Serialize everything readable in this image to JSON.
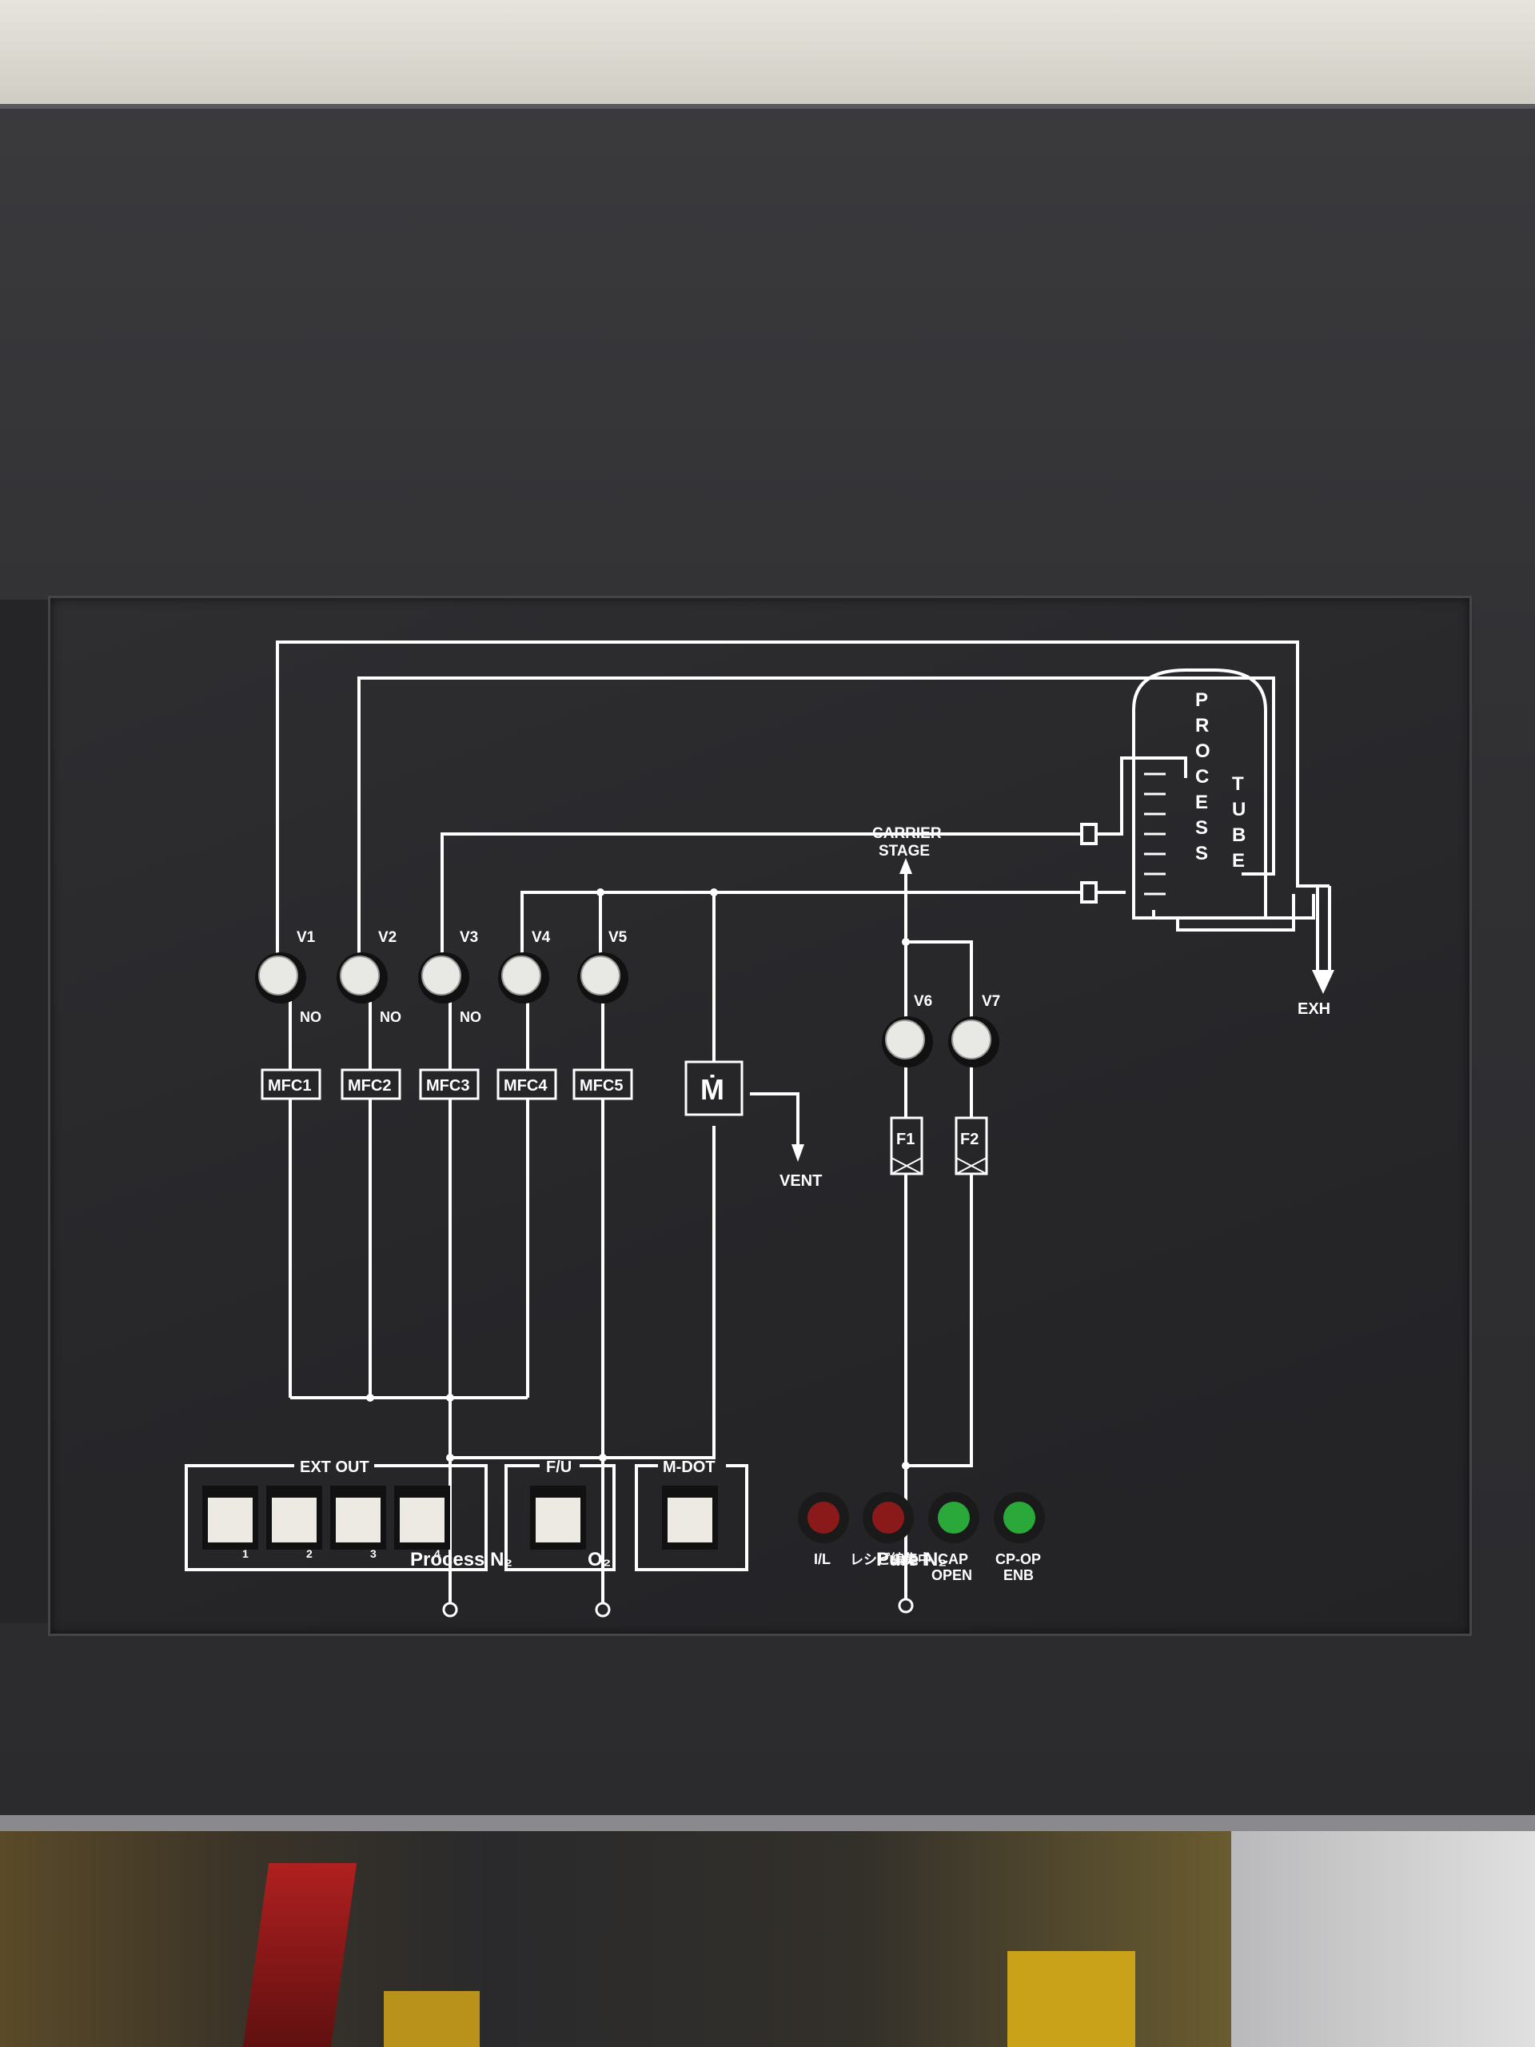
{
  "valves": [
    {
      "label": "V1",
      "sub": "NO"
    },
    {
      "label": "V2",
      "sub": "NO"
    },
    {
      "label": "V3",
      "sub": "NO"
    },
    {
      "label": "V4",
      "sub": ""
    },
    {
      "label": "V5",
      "sub": ""
    }
  ],
  "valves_right": [
    {
      "label": "V6"
    },
    {
      "label": "V7"
    }
  ],
  "mfcs": [
    "MFC1",
    "MFC2",
    "MFC3",
    "MFC4",
    "MFC5"
  ],
  "mass_flow_meter": "Ṁ",
  "filters": [
    "F1",
    "F2"
  ],
  "outlets": {
    "vent": "VENT",
    "exhaust": "EXH",
    "carrier_line1": "CARRIER",
    "carrier_line2": "STAGE"
  },
  "tube": {
    "word1": [
      "P",
      "R",
      "O",
      "C",
      "E",
      "S",
      "S"
    ],
    "word2": [
      "T",
      "U",
      "B",
      "E"
    ]
  },
  "sources": {
    "process_n2": "Process N₂",
    "o2": "O₂",
    "pure_n2": "Pure N₂"
  },
  "button_groups": [
    {
      "title": "EXT OUT",
      "buttons": [
        "1",
        "2",
        "3",
        "4"
      ]
    },
    {
      "title": "F/U",
      "buttons": [
        ""
      ]
    },
    {
      "title": "M-DOT",
      "buttons": [
        ""
      ]
    }
  ],
  "indicators": [
    {
      "label1": "I/L",
      "label2": "",
      "color": "#8a1a1a"
    },
    {
      "label1": "レシピ編集中",
      "label2": "",
      "color": "#8a1a1a"
    },
    {
      "label1": "CAP",
      "label2": "OPEN",
      "color": "#2aa83a"
    },
    {
      "label1": "CP-OP",
      "label2": "ENB",
      "color": "#2aa83a"
    }
  ],
  "colors": {
    "line": "#ffffff",
    "panel": "#262629",
    "lamp_red": "#8a1a1a",
    "lamp_green": "#2aa83a"
  }
}
